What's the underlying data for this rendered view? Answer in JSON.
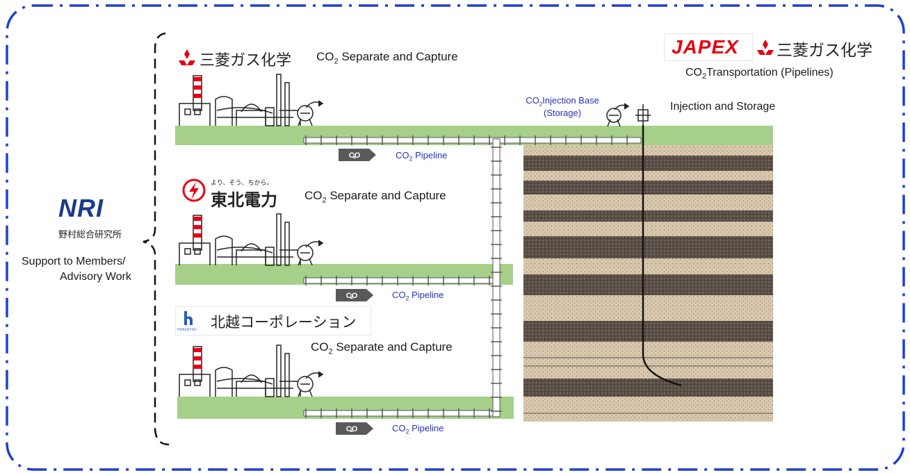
{
  "nri": {
    "logo_text": "NRI",
    "company_name": "野村総合研究所",
    "role_line1": "Support to Members/",
    "role_line2": "Advisory Work"
  },
  "members": [
    {
      "company": "三菱ガス化学",
      "process_prefix": "CO",
      "process_sub": "2",
      "process_suffix": " Separate and Capture",
      "pipeline_prefix": "CO",
      "pipeline_sub": "2",
      "pipeline_suffix": " Pipeline",
      "tag_prefix": "CO",
      "tag_sub": "2"
    },
    {
      "company": "東北電力",
      "tagline": "より、そう、ちから。",
      "process_prefix": "CO",
      "process_sub": "2",
      "process_suffix": " Separate and Capture",
      "pipeline_prefix": "CO",
      "pipeline_sub": "2",
      "pipeline_suffix": " Pipeline",
      "tag_prefix": "CO",
      "tag_sub": "2"
    },
    {
      "company": "北越コーポレーション",
      "logo_caption": "HOKUETSU",
      "process_prefix": "CO",
      "process_sub": "2",
      "process_suffix": " Separate and Capture",
      "pipeline_prefix": "CO",
      "pipeline_sub": "2",
      "pipeline_suffix": " Pipeline",
      "tag_prefix": "CO",
      "tag_sub": "2"
    }
  ],
  "transport": {
    "japex_logo": "JAPEX",
    "mgc_logo": "三菱ガス化学",
    "title_prefix": "CO",
    "title_sub": "2",
    "title_suffix": "Transportation (Pipelines)"
  },
  "injection": {
    "base_prefix": "CO",
    "base_sub": "2",
    "base_suffix": "Injection Base",
    "base_line2": "(Storage)",
    "label": "Injection and Storage"
  },
  "colors": {
    "frame": "#1f3fd0",
    "ground": "#a6d08a",
    "pipeline_label": "#2432b8",
    "mitsubishi_red": "#e60012",
    "japex_red": "#e60012",
    "tohoku_red": "#e60012",
    "nri_blue": "#1a3a8c",
    "hokuetsu_blue": "#1f5fbf"
  }
}
